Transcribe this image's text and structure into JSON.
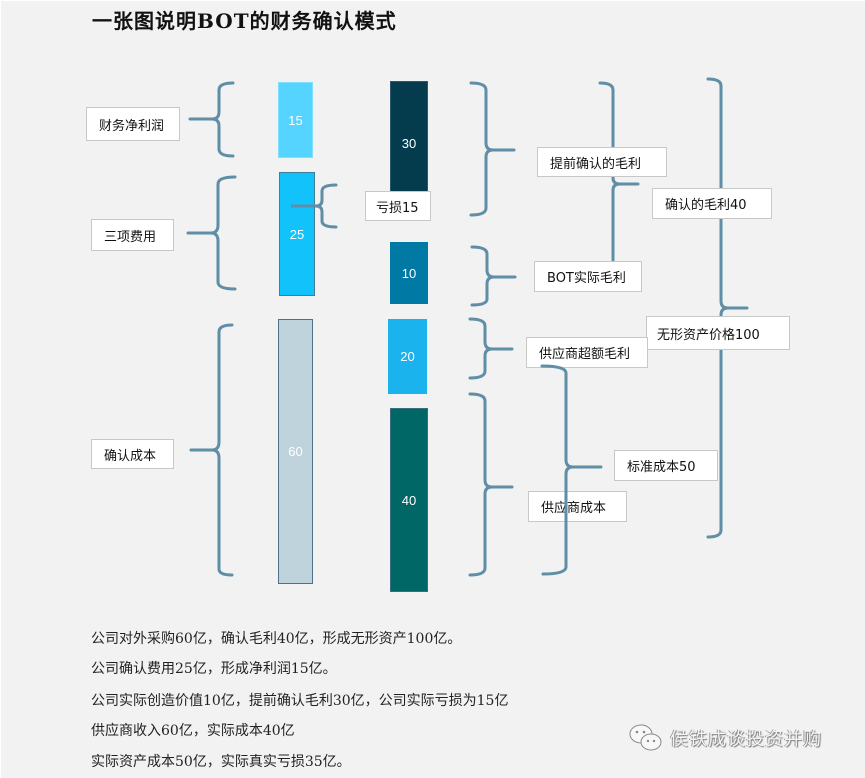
{
  "title": "一张图说明BOT的财务确认模式",
  "bracket_color": "#5f8ea6",
  "left_labels": {
    "net_profit": "财务净利润",
    "three_expenses": "三项费用",
    "recognized_cost": "确认成本"
  },
  "bars": {
    "left": [
      {
        "name": "net-profit",
        "value": "15",
        "color": "#55d4ff"
      },
      {
        "name": "expenses",
        "value": "25",
        "color": "#12c2fb"
      },
      {
        "name": "cost",
        "value": "60",
        "color": "#bfd3dc"
      }
    ],
    "right": [
      {
        "name": "early-margin",
        "value": "30",
        "color": "#043b4d"
      },
      {
        "name": "actual-margin",
        "value": "10",
        "color": "#0079a4"
      },
      {
        "name": "supplier-excess",
        "value": "20",
        "color": "#1ab3ee"
      },
      {
        "name": "supplier-cost",
        "value": "40",
        "color": "#006766"
      }
    ]
  },
  "labels": {
    "loss": "亏损15",
    "early_margin": "提前确认的毛利",
    "actual_margin": "BOT实际毛利",
    "recognized_margin": "确认的毛利40",
    "intangible_price": "无形资产价格100",
    "supplier_excess": "供应商超额毛利",
    "standard_cost": "标准成本50",
    "supplier_cost": "供应商成本"
  },
  "notes": [
    "公司对外采购60亿，确认毛利40亿，形成无形资产100亿。",
    "公司确认费用25亿，形成净利润15亿。",
    "公司实际创造价值10亿，提前确认毛利30亿，公司实际亏损为15亿",
    "供应商收入60亿，实际成本40亿",
    "实际资产成本50亿，实际真实亏损35亿。"
  ],
  "watermark": "侯铁成谈投资并购"
}
